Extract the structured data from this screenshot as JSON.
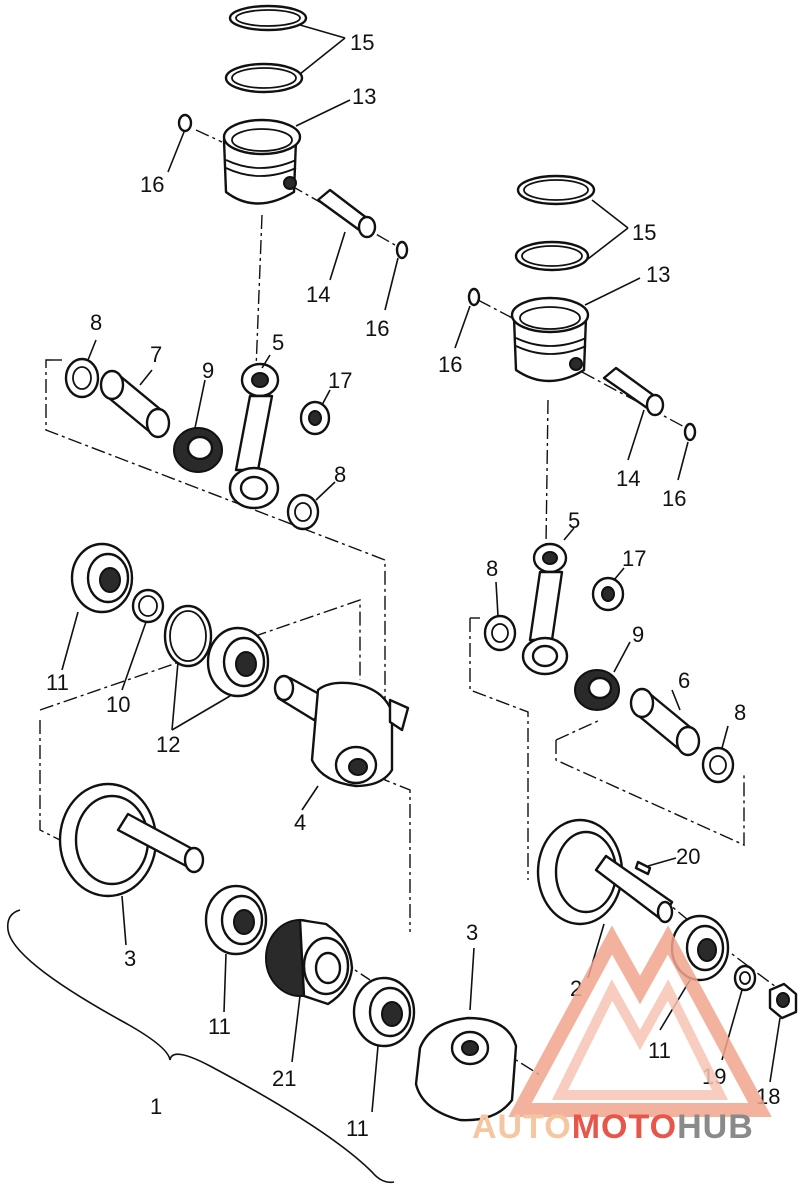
{
  "callouts": [
    {
      "id": "c15a",
      "text": "15"
    },
    {
      "id": "c13a",
      "text": "13"
    },
    {
      "id": "c16a",
      "text": "16"
    },
    {
      "id": "c14a",
      "text": "14"
    },
    {
      "id": "c16b",
      "text": "16"
    },
    {
      "id": "c8a",
      "text": "8"
    },
    {
      "id": "c7",
      "text": "7"
    },
    {
      "id": "c9a",
      "text": "9"
    },
    {
      "id": "c5a",
      "text": "5"
    },
    {
      "id": "c17a",
      "text": "17"
    },
    {
      "id": "c8b",
      "text": "8"
    },
    {
      "id": "c15b",
      "text": "15"
    },
    {
      "id": "c13b",
      "text": "13"
    },
    {
      "id": "c16c",
      "text": "16"
    },
    {
      "id": "c14b",
      "text": "14"
    },
    {
      "id": "c16d",
      "text": "16"
    },
    {
      "id": "c5b",
      "text": "5"
    },
    {
      "id": "c17b",
      "text": "17"
    },
    {
      "id": "c8c",
      "text": "8"
    },
    {
      "id": "c9b",
      "text": "9"
    },
    {
      "id": "c6",
      "text": "6"
    },
    {
      "id": "c8d",
      "text": "8"
    },
    {
      "id": "c11a",
      "text": "11"
    },
    {
      "id": "c10",
      "text": "10"
    },
    {
      "id": "c12",
      "text": "12"
    },
    {
      "id": "c4",
      "text": "4"
    },
    {
      "id": "c3a",
      "text": "3"
    },
    {
      "id": "c11b",
      "text": "11"
    },
    {
      "id": "c21",
      "text": "21"
    },
    {
      "id": "c11c",
      "text": "11"
    },
    {
      "id": "c3b",
      "text": "3"
    },
    {
      "id": "c20",
      "text": "20"
    },
    {
      "id": "c2",
      "text": "2"
    },
    {
      "id": "c11d",
      "text": "11"
    },
    {
      "id": "c19",
      "text": "19"
    },
    {
      "id": "c18",
      "text": "18"
    },
    {
      "id": "c1",
      "text": "1"
    }
  ],
  "watermark": {
    "part1": "AUTO",
    "part2": "MOTO",
    "part3": "HUB",
    "colors": {
      "light": "#f5c6a0",
      "red": "#e8554a",
      "dark": "#8a8a8a"
    }
  }
}
